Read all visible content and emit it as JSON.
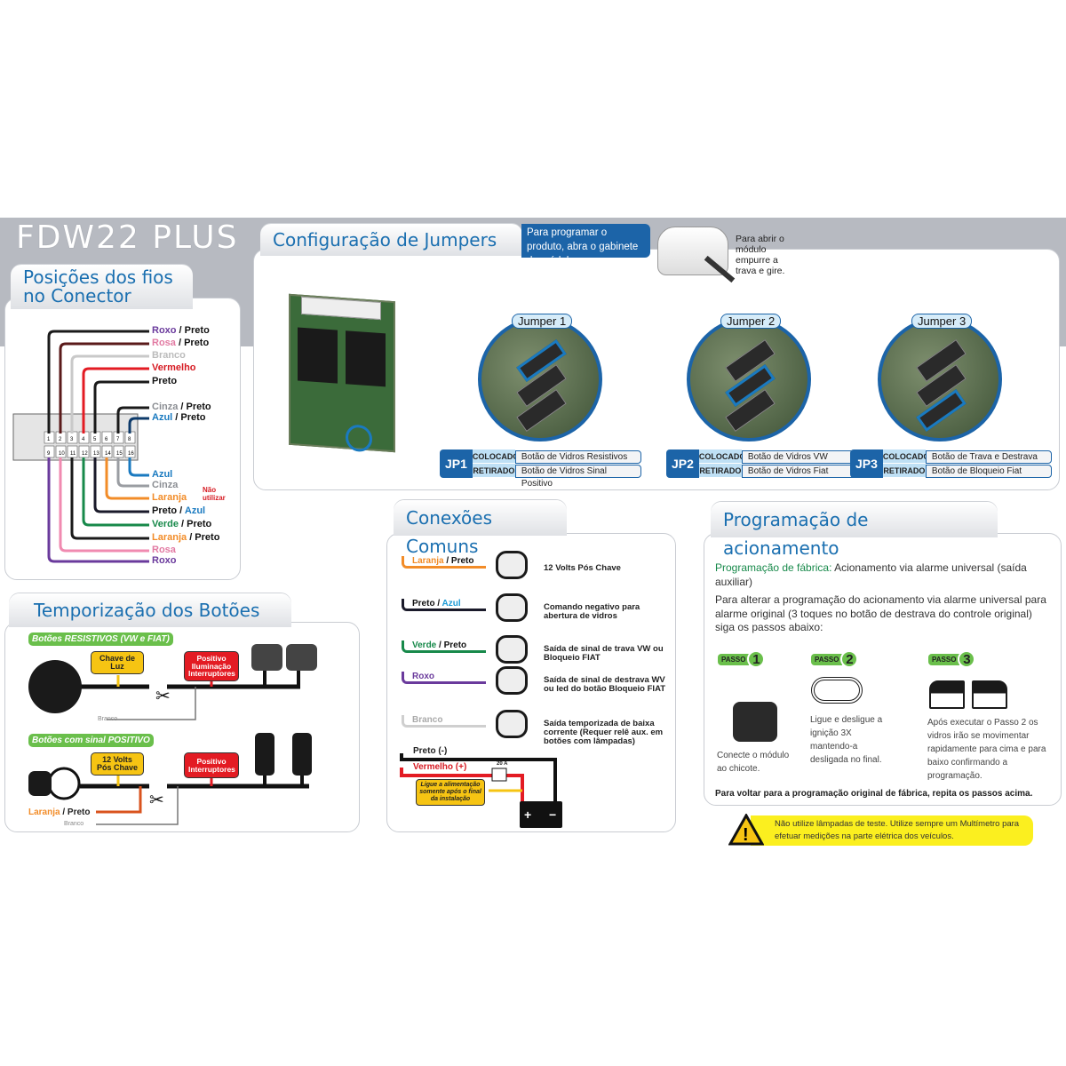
{
  "title": "FDW22 PLUS",
  "connector": {
    "heading_line1": "Posições dos fios",
    "heading_line2": "no Conector",
    "top_wires": [
      {
        "pin": 1,
        "color": "#1a1a1a",
        "parts": [
          {
            "t": "Roxo",
            "c": "#6a3a9c"
          },
          {
            "t": " / Preto",
            "c": "#111"
          }
        ]
      },
      {
        "pin": 2,
        "color": "#5a1a1a",
        "parts": [
          {
            "t": "Rosa",
            "c": "#e27aa2"
          },
          {
            "t": " / Preto",
            "c": "#111"
          }
        ]
      },
      {
        "pin": 3,
        "color": "#c9c9c9",
        "parts": [
          {
            "t": "Branco",
            "c": "#bbb"
          }
        ]
      },
      {
        "pin": 4,
        "color": "#e31b23",
        "parts": [
          {
            "t": "Vermelho",
            "c": "#d61a22"
          }
        ]
      },
      {
        "pin": 5,
        "color": "#1a1a1a",
        "parts": [
          {
            "t": "Preto",
            "c": "#111"
          }
        ]
      },
      {
        "pin": 7,
        "color": "#1a1a1a",
        "parts": [
          {
            "t": "Cinza",
            "c": "#8a8d92"
          },
          {
            "t": " / Preto",
            "c": "#111"
          }
        ]
      },
      {
        "pin": 8,
        "color": "#0d3a6a",
        "parts": [
          {
            "t": "Azul",
            "c": "#1a7ac0"
          },
          {
            "t": " / Preto",
            "c": "#111"
          }
        ]
      }
    ],
    "bottom_wires": [
      {
        "pin": 16,
        "color": "#1a7ac0",
        "parts": [
          {
            "t": "Azul",
            "c": "#1a7ac0"
          }
        ]
      },
      {
        "pin": 15,
        "color": "#9a9da2",
        "parts": [
          {
            "t": "Cinza",
            "c": "#8a8d92"
          }
        ]
      },
      {
        "pin": 14,
        "color": "#f28c28",
        "parts": [
          {
            "t": "Laranja",
            "c": "#f28c28"
          }
        ]
      },
      {
        "pin": 13,
        "color": "#1a1a2a",
        "parts": [
          {
            "t": "Preto",
            "c": "#111"
          },
          {
            "t": " / ",
            "c": "#111"
          },
          {
            "t": "Azul",
            "c": "#1a7ac0"
          }
        ]
      },
      {
        "pin": 12,
        "color": "#17894a",
        "parts": [
          {
            "t": "Verde",
            "c": "#17894a"
          },
          {
            "t": " / Preto",
            "c": "#111"
          }
        ]
      },
      {
        "pin": 11,
        "color": "#1a1a1a",
        "parts": [
          {
            "t": "Laranja",
            "c": "#f28c28"
          },
          {
            "t": " / Preto",
            "c": "#111"
          }
        ]
      },
      {
        "pin": 10,
        "color": "#f08ab0",
        "parts": [
          {
            "t": "Rosa",
            "c": "#e27aa2"
          }
        ]
      },
      {
        "pin": 9,
        "color": "#6a3a9c",
        "parts": [
          {
            "t": "Roxo",
            "c": "#6a3a9c"
          }
        ]
      }
    ],
    "nao_utilizar": "Não utilizar",
    "pins_top": [
      "1",
      "2",
      "3",
      "4",
      "5",
      "6",
      "7",
      "8"
    ],
    "pins_bottom": [
      "9",
      "10",
      "11",
      "12",
      "13",
      "14",
      "15",
      "16"
    ]
  },
  "jumpers": {
    "heading": "Configuração de Jumpers",
    "note": "Para programar o produto, abra o gabinete do módulo",
    "open_hint": "Para abrir o módulo empurre a trava e gire.",
    "items": [
      {
        "label": "Jumper 1",
        "id": "JP1",
        "colocado": "Botão de Vidros Resistivos",
        "retirado": "Botão de Vidros Sinal Positivo"
      },
      {
        "label": "Jumper 2",
        "id": "JP2",
        "colocado": "Botão de Vidros VW",
        "retirado": "Botão de Vidros Fiat"
      },
      {
        "label": "Jumper 3",
        "id": "JP3",
        "colocado": "Botão de Trava e Destrava",
        "retirado": "Botão de Bloqueio Fiat"
      }
    ],
    "colocado_label": "COLOCADO",
    "retirado_label": "RETIRADO"
  },
  "temporizacao": {
    "heading": "Temporização dos Botões",
    "resistivos": {
      "tag": "Botões RESISTIVOS (VW e FIAT)",
      "box1": "Chave de Luz",
      "box2": "Positivo Iluminação Interruptores",
      "wire": "Branco"
    },
    "positivo": {
      "tag": "Botões com sinal POSITIVO",
      "box1": "12 Volts Pós Chave",
      "box2": "Positivo Interruptores",
      "wire_a1": "Laranja",
      "wire_a2": " / Preto",
      "wire_b": "Branco"
    }
  },
  "conexoes": {
    "heading": "Conexões Comuns",
    "rows": [
      {
        "parts": [
          {
            "t": "Laranja",
            "c": "#f28c28"
          },
          {
            "t": " / Preto",
            "c": "#111"
          }
        ],
        "wire": "#f28c28",
        "desc": "12 Volts Pós Chave"
      },
      {
        "parts": [
          {
            "t": "Preto / ",
            "c": "#111"
          },
          {
            "t": "Azul",
            "c": "#1a9ad6"
          }
        ],
        "wire": "#1a1a2a",
        "desc": "Comando negativo para abertura de vidros"
      },
      {
        "parts": [
          {
            "t": "Verde",
            "c": "#17894a"
          },
          {
            "t": " / Preto",
            "c": "#111"
          }
        ],
        "wire": "#17894a",
        "desc": "Saída de sinal de trava VW ou Bloqueio FIAT"
      },
      {
        "parts": [
          {
            "t": "Roxo",
            "c": "#6a3a9c"
          }
        ],
        "wire": "#6a3a9c",
        "desc": "Saída de sinal de destrava WV ou led do botão Bloqueio FIAT"
      },
      {
        "parts": [
          {
            "t": "Branco",
            "c": "#aaa"
          }
        ],
        "wire": "#cfcfcf",
        "desc": "Saída temporizada de baixa corrente (Requer relê aux. em botões com lâmpadas)"
      }
    ],
    "preto": "Preto (-)",
    "vermelho": "Vermelho (+)",
    "fuse": "20 A",
    "warning": "Ligue a alimentação somente após o final da instalação"
  },
  "programacao": {
    "heading": "Programação de acionamento",
    "fabrica_label": "Programação de fábrica:",
    "fabrica_text": " Acionamento via alarme universal (saída auxiliar)",
    "intro": "Para alterar a programação do acionamento via alarme universal para alarme original (3 toques no botão de destrava do controle original) siga os passos abaixo:",
    "passo_label": "PASSO",
    "steps": [
      {
        "n": "1",
        "text": "Conecte o módulo ao chicote."
      },
      {
        "n": "2",
        "text": "Ligue e desligue a ignição 3X mantendo-a desligada no final."
      },
      {
        "n": "3",
        "text": "Após executar o Passo 2 os vidros irão se movimentar rapidamente para cima e para baixo confirmando a programação."
      }
    ],
    "footer": "Para voltar para a programação original de fábrica, repita os passos acima."
  },
  "alert": "Não utilize lâmpadas de teste. Utilize sempre um Multímetro para efetuar medições na parte elétrica dos veículos."
}
